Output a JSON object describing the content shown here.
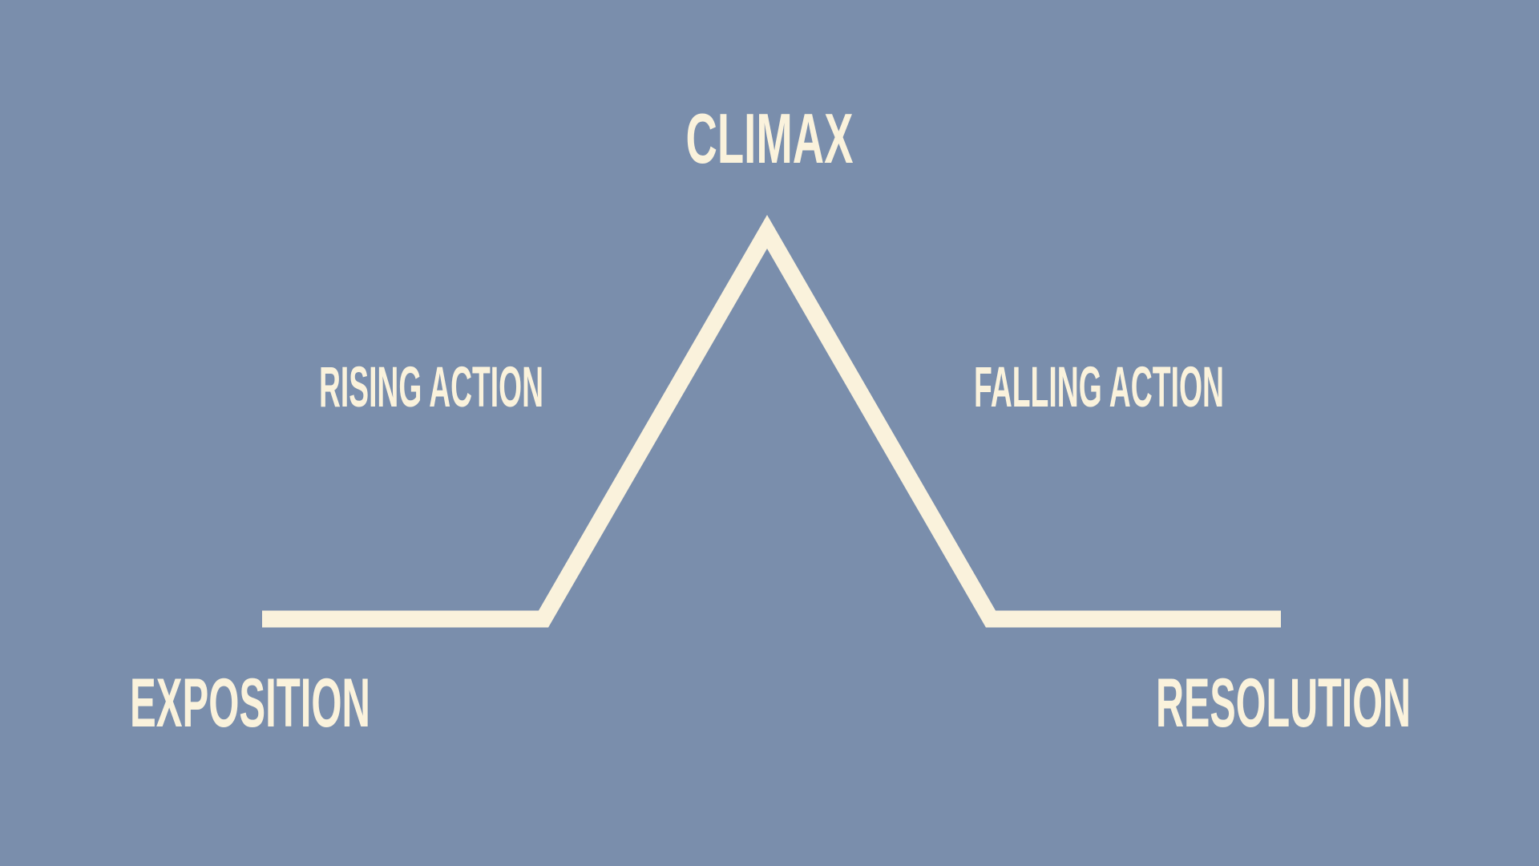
{
  "diagram": {
    "labels": {
      "climax": "CLIMAX",
      "rising_action": "RISING ACTION",
      "falling_action": "FALLING ACTION",
      "exposition": "EXPOSITION",
      "resolution": "RESOLUTION"
    }
  },
  "colors": {
    "background": "#7A8EAC",
    "cream": "#FAF2DC"
  }
}
